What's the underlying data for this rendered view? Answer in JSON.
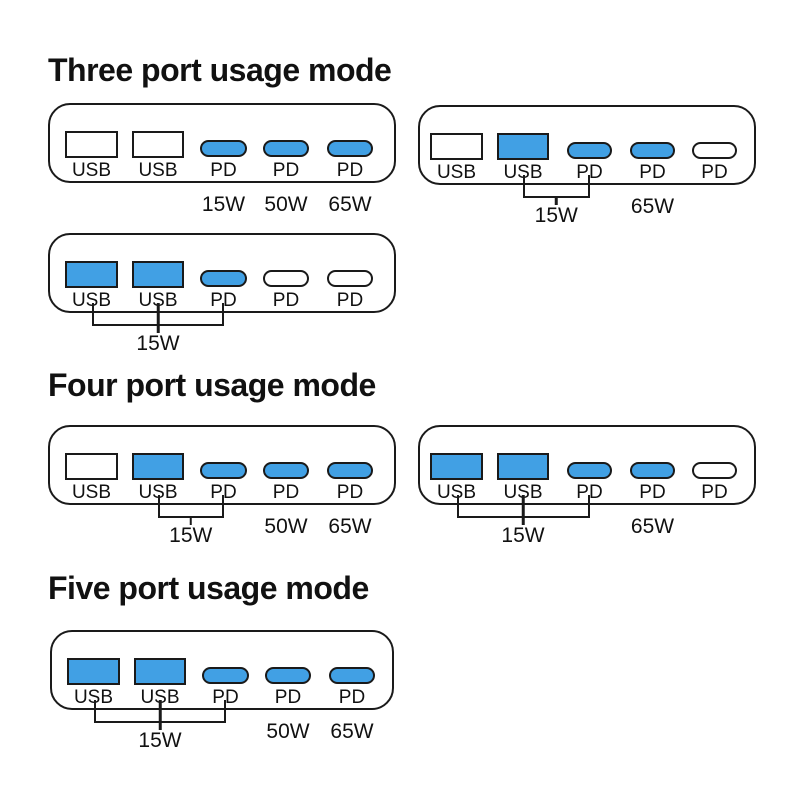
{
  "colors": {
    "background": "#ffffff",
    "outline": "#1a1a1a",
    "text": "#111111",
    "port_blue": "#41a0e4"
  },
  "sections": [
    {
      "title": "Three port usage mode",
      "devices": [
        {
          "ports": [
            {
              "label": "USB",
              "fill": "white"
            },
            {
              "label": "USB",
              "fill": "white"
            },
            {
              "label": "PD",
              "fill": "blue"
            },
            {
              "label": "PD",
              "fill": "blue"
            },
            {
              "label": "PD",
              "fill": "blue"
            }
          ],
          "watt_labels": [
            "15W",
            "50W",
            "65W"
          ]
        },
        {
          "ports": [
            {
              "label": "USB",
              "fill": "white"
            },
            {
              "label": "USB",
              "fill": "blue"
            },
            {
              "label": "PD",
              "fill": "blue"
            },
            {
              "label": "PD",
              "fill": "blue"
            },
            {
              "label": "PD",
              "fill": "white"
            }
          ],
          "bracket": {
            "label": "15W"
          },
          "watt_labels": [
            "65W"
          ]
        },
        {
          "ports": [
            {
              "label": "USB",
              "fill": "blue"
            },
            {
              "label": "USB",
              "fill": "blue"
            },
            {
              "label": "PD",
              "fill": "blue"
            },
            {
              "label": "PD",
              "fill": "white"
            },
            {
              "label": "PD",
              "fill": "white"
            }
          ],
          "bracket": {
            "label": "15W"
          },
          "watt_labels": []
        }
      ]
    },
    {
      "title": "Four port usage mode",
      "devices": [
        {
          "ports": [
            {
              "label": "USB",
              "fill": "white"
            },
            {
              "label": "USB",
              "fill": "blue"
            },
            {
              "label": "PD",
              "fill": "blue"
            },
            {
              "label": "PD",
              "fill": "blue"
            },
            {
              "label": "PD",
              "fill": "blue"
            }
          ],
          "bracket": {
            "label": "15W"
          },
          "watt_labels": [
            "50W",
            "65W"
          ]
        },
        {
          "ports": [
            {
              "label": "USB",
              "fill": "blue"
            },
            {
              "label": "USB",
              "fill": "blue"
            },
            {
              "label": "PD",
              "fill": "blue"
            },
            {
              "label": "PD",
              "fill": "blue"
            },
            {
              "label": "PD",
              "fill": "white"
            }
          ],
          "bracket": {
            "label": "15W"
          },
          "watt_labels": [
            "65W"
          ]
        }
      ]
    },
    {
      "title": "Five port usage mode",
      "devices": [
        {
          "ports": [
            {
              "label": "USB",
              "fill": "blue"
            },
            {
              "label": "USB",
              "fill": "blue"
            },
            {
              "label": "PD",
              "fill": "blue"
            },
            {
              "label": "PD",
              "fill": "blue"
            },
            {
              "label": "PD",
              "fill": "blue"
            }
          ],
          "bracket": {
            "label": "15W"
          },
          "watt_labels": [
            "50W",
            "65W"
          ]
        }
      ]
    }
  ]
}
